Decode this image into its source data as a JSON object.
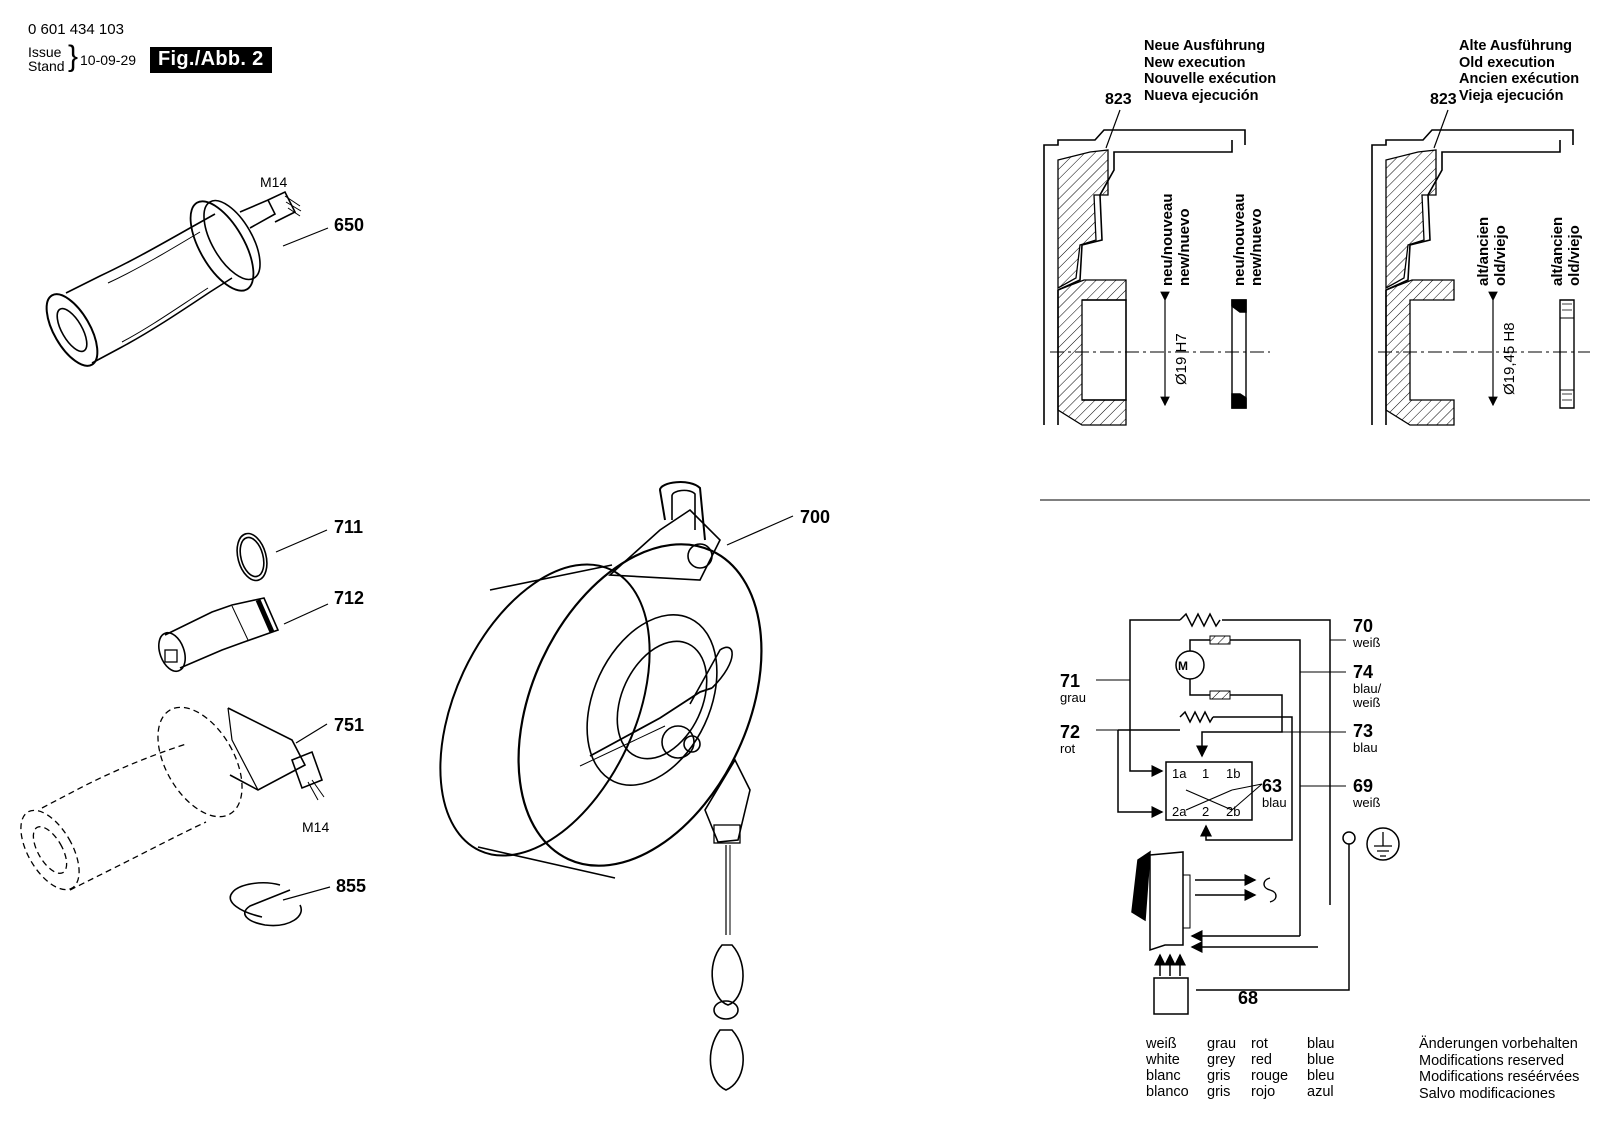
{
  "header": {
    "part_number": "0 601 434 103",
    "issue_label": "Issue",
    "stand_label": "Stand",
    "date": "10-09-29",
    "figure_label": "Fig./Abb. 2"
  },
  "callouts": {
    "c650": "650",
    "c711": "711",
    "c712": "712",
    "c751": "751",
    "c855": "855",
    "c700": "700",
    "thread_top": "M14",
    "thread_bottom": "M14"
  },
  "seal_detail": {
    "new": {
      "ref": "823",
      "lines": [
        "Neue Ausführung",
        "New execution",
        "Nouvelle exécution",
        "Nueva ejecución"
      ],
      "label_a1": "neu/nouveau",
      "label_a2": "new/nuevo",
      "label_b1": "neu/nouveau",
      "label_b2": "new/nuevo",
      "dimension": "Ø19 H7"
    },
    "old": {
      "ref": "823",
      "lines": [
        "Alte Ausführung",
        "Old execution",
        "Ancien exécution",
        "Vieja ejecución"
      ],
      "label_a1": "alt/ancien",
      "label_a2": "old/viejo",
      "label_b1": "alt/ancien",
      "label_b2": "old/viejo",
      "dimension": "Ø19,45 H8"
    }
  },
  "wiring": {
    "motor_symbol": "M",
    "terminals": [
      "1a",
      "1",
      "1b",
      "2a",
      "2",
      "2b"
    ],
    "wires": [
      {
        "num": "70",
        "color": "weiß"
      },
      {
        "num": "71",
        "color": "grau"
      },
      {
        "num": "74",
        "color": "blau/",
        "color2": "weiß"
      },
      {
        "num": "72",
        "color": "rot"
      },
      {
        "num": "73",
        "color": "blau"
      },
      {
        "num": "63",
        "color": "blau"
      },
      {
        "num": "69",
        "color": "weiß"
      },
      {
        "num": "68",
        "color": ""
      }
    ],
    "speed_symbol": "S"
  },
  "color_legend": [
    [
      "weiß",
      "white",
      "blanc",
      "blanco"
    ],
    [
      "grau",
      "grey",
      "gris",
      "gris"
    ],
    [
      "rot",
      "red",
      "rouge",
      "rojo"
    ],
    [
      "blau",
      "blue",
      "bleu",
      "azul"
    ]
  ],
  "modifications": [
    "Änderungen vorbehalten",
    "Modifications reserved",
    "Modifications reséérvées",
    "Salvo modificaciones"
  ]
}
